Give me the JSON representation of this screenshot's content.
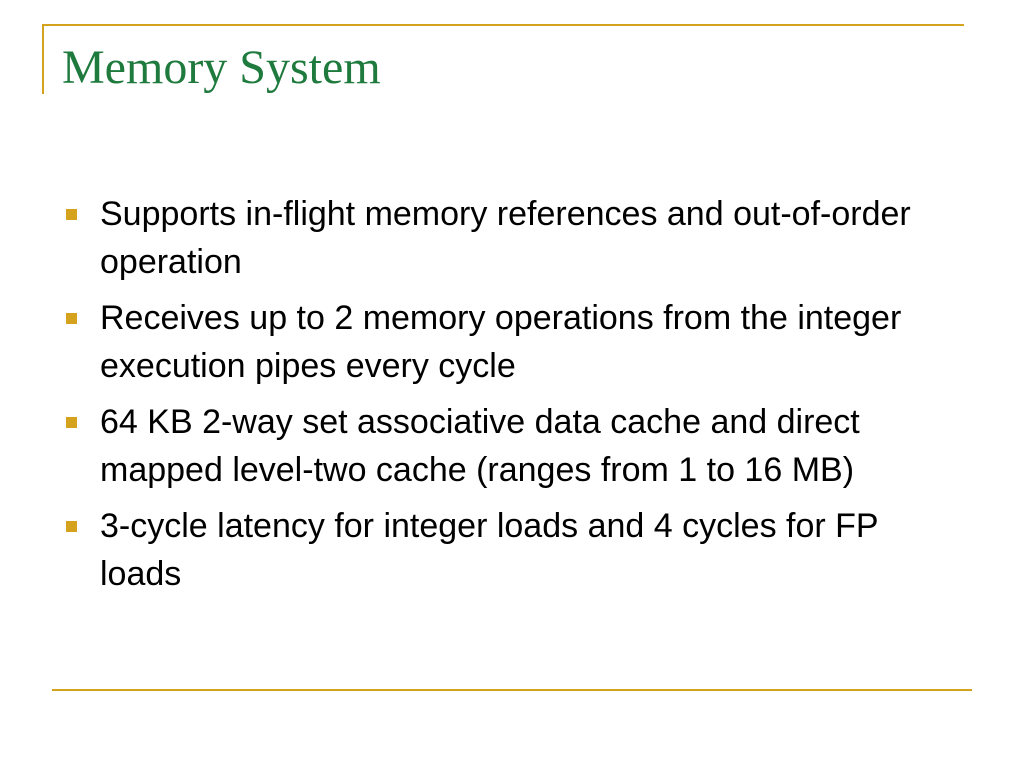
{
  "slide": {
    "title": "Memory System",
    "bullets": [
      "Supports in-flight memory references and out-of-order operation",
      "Receives up to 2 memory operations from the integer execution pipes every cycle",
      "64 KB 2-way set associative data cache and direct mapped level-two cache (ranges from 1 to 16 MB)",
      "3-cycle latency for integer loads and 4 cycles for FP loads"
    ]
  },
  "colors": {
    "title": "#1f7a3e",
    "accent": "#d4a21c",
    "text": "#000000",
    "background": "#ffffff"
  },
  "icons": {
    "bullet_marker": "square-bullet-icon"
  }
}
